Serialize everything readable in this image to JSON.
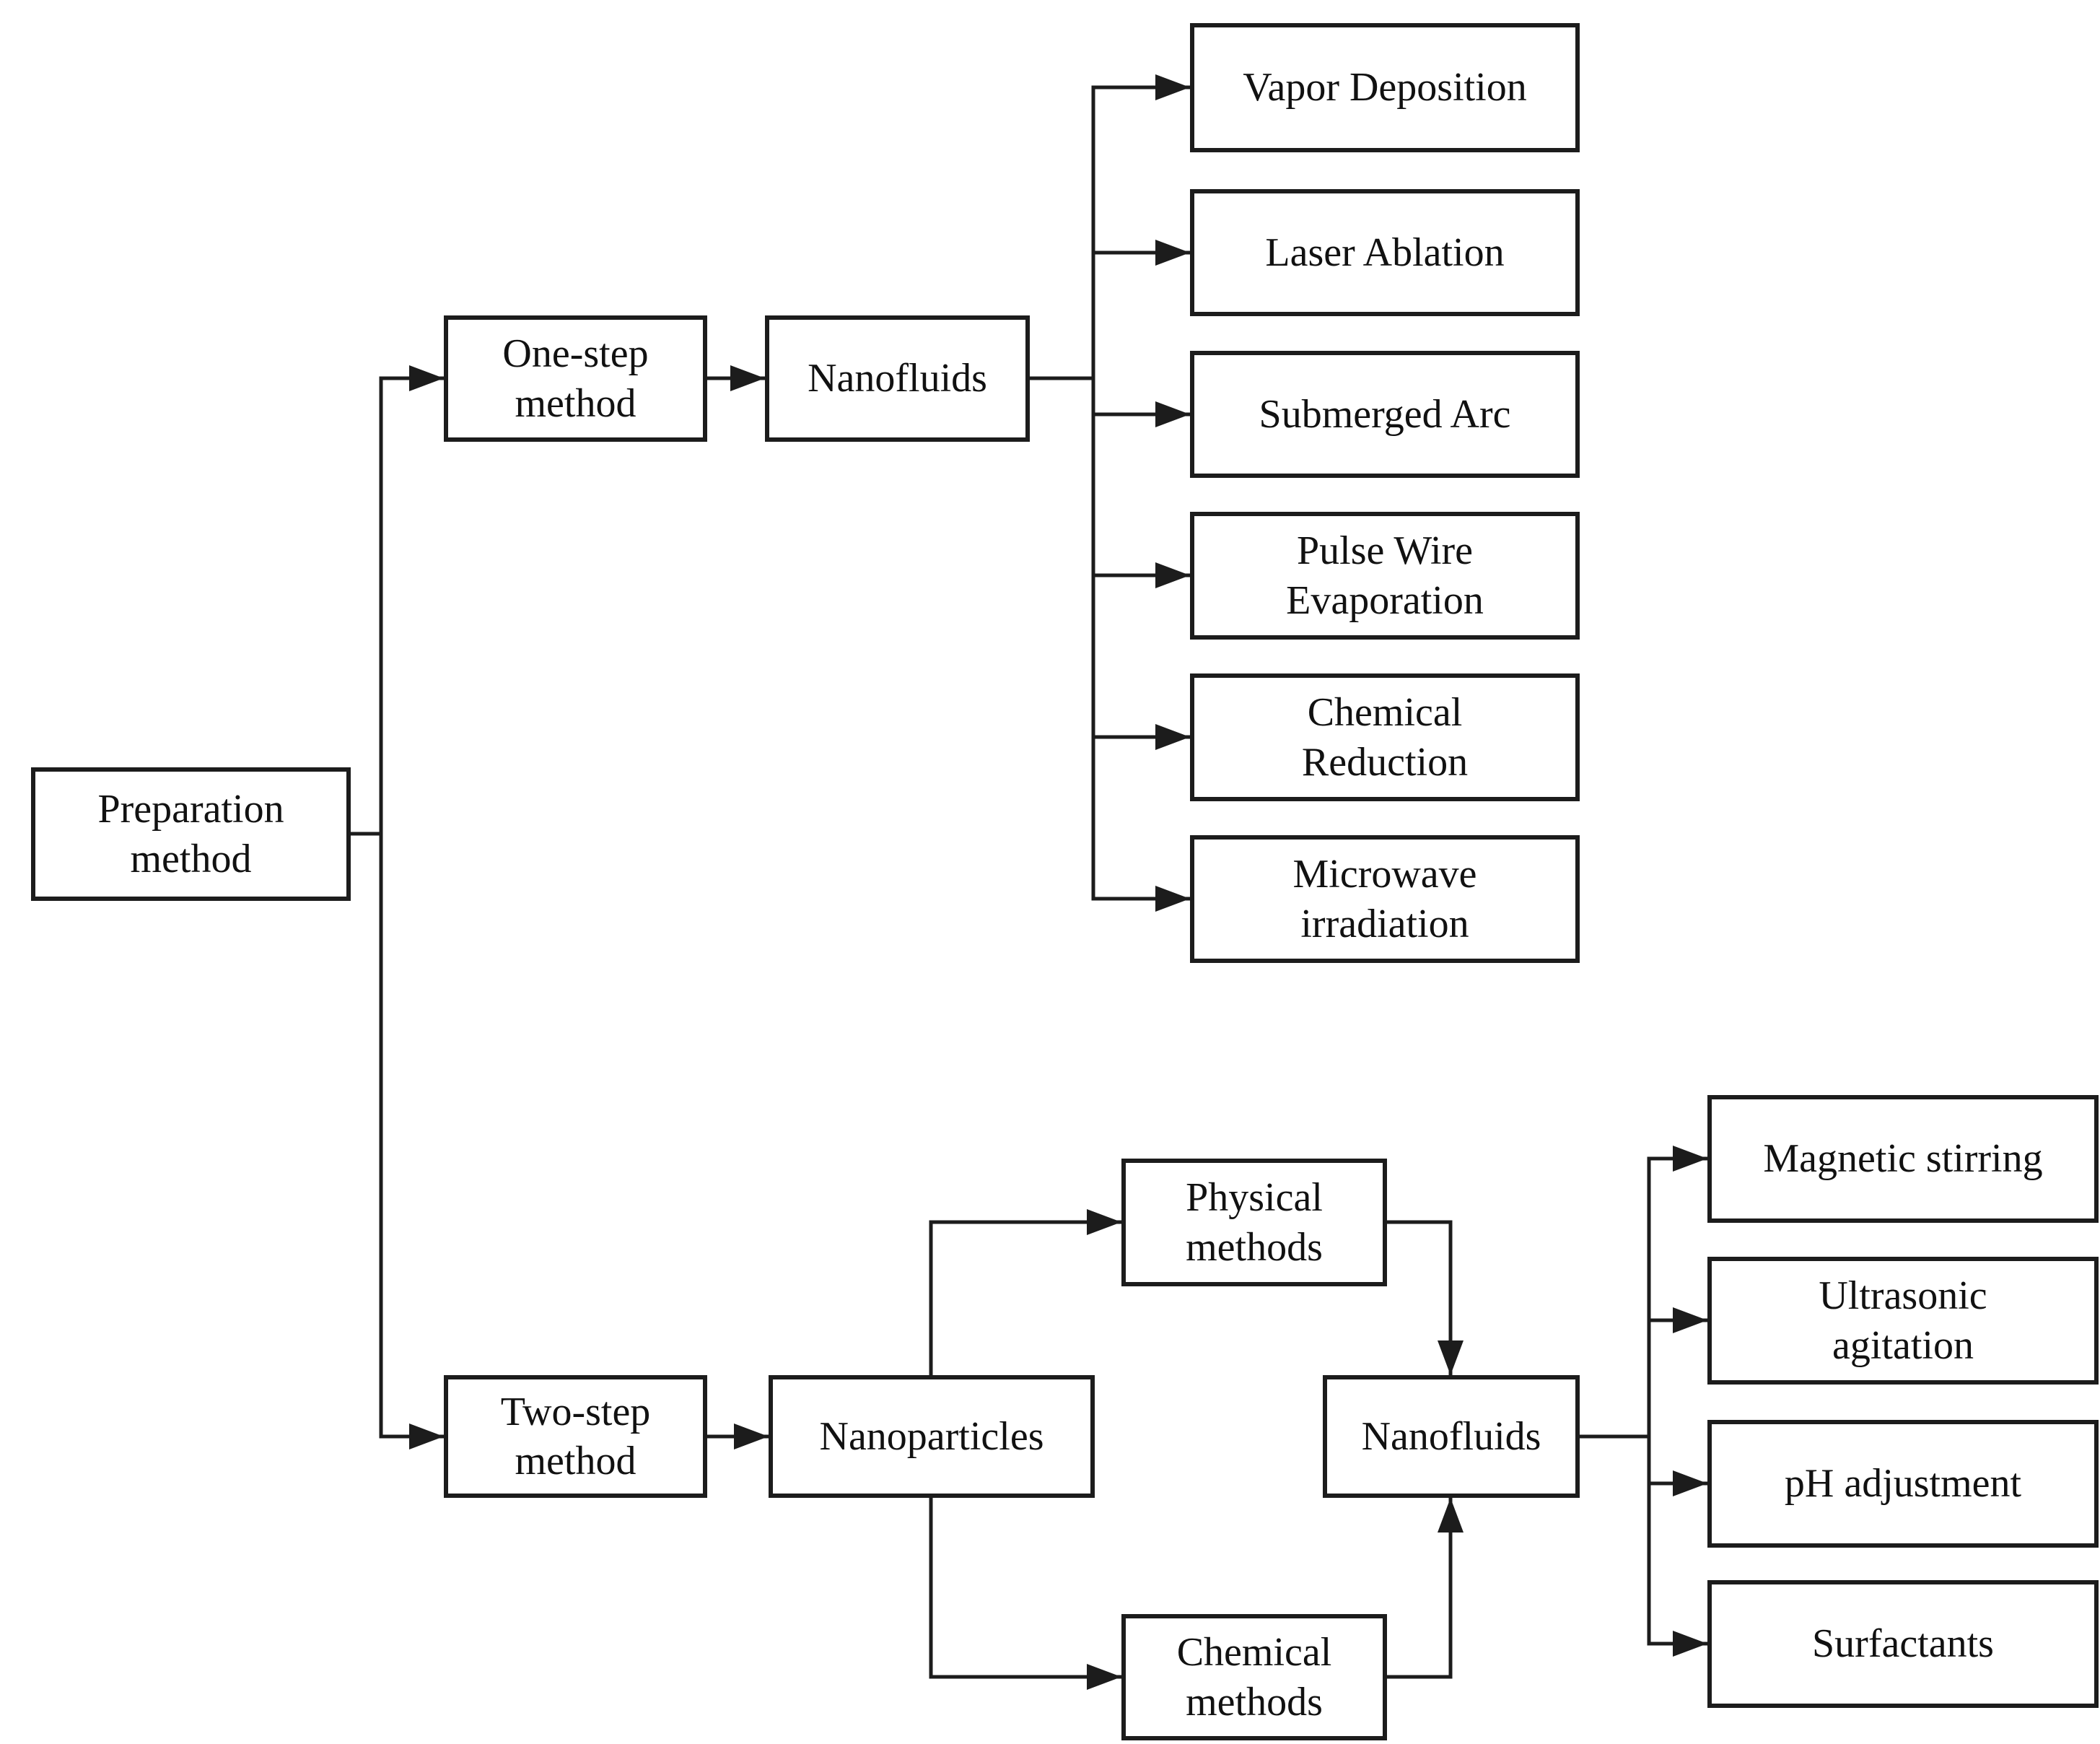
{
  "diagram": {
    "type": "flowchart",
    "colors": {
      "background": "#ffffff",
      "box_fill": "#ffffff",
      "line": "#1c1c1c",
      "text": "#111111"
    },
    "nodes": {
      "preparation": {
        "label": "Preparation\nmethod"
      },
      "one_step": {
        "label": "One-step\nmethod"
      },
      "nanofluids_top": {
        "label": "Nanofluids"
      },
      "vapor_deposition": {
        "label": "Vapor Deposition"
      },
      "laser_ablation": {
        "label": "Laser Ablation"
      },
      "submerged_arc": {
        "label": "Submerged Arc"
      },
      "pulse_wire_evaporation": {
        "label": "Pulse Wire\nEvaporation"
      },
      "chemical_reduction": {
        "label": "Chemical\nReduction"
      },
      "microwave_irradiation": {
        "label": "Microwave\nirradiation"
      },
      "two_step": {
        "label": "Two-step\nmethod"
      },
      "nanoparticles": {
        "label": "Nanoparticles"
      },
      "physical_methods": {
        "label": "Physical\nmethods"
      },
      "chemical_methods": {
        "label": "Chemical\nmethods"
      },
      "nanofluids_bottom": {
        "label": "Nanofluids"
      },
      "magnetic_stirring": {
        "label": "Magnetic stirring"
      },
      "ultrasonic_agitation": {
        "label": "Ultrasonic\nagitation"
      },
      "ph_adjustment": {
        "label": "pH adjustment"
      },
      "surfactants": {
        "label": "Surfactants"
      }
    },
    "edges": [
      "preparation -> one_step",
      "preparation -> two_step",
      "one_step -> nanofluids_top",
      "nanofluids_top -> vapor_deposition",
      "nanofluids_top -> laser_ablation",
      "nanofluids_top -> submerged_arc",
      "nanofluids_top -> pulse_wire_evaporation",
      "nanofluids_top -> chemical_reduction",
      "nanofluids_top -> microwave_irradiation",
      "two_step -> nanoparticles",
      "nanoparticles -> physical_methods",
      "nanoparticles -> chemical_methods",
      "physical_methods -> nanofluids_bottom",
      "chemical_methods -> nanofluids_bottom",
      "nanofluids_bottom -> magnetic_stirring",
      "nanofluids_bottom -> ultrasonic_agitation",
      "nanofluids_bottom -> ph_adjustment",
      "nanofluids_bottom -> surfactants"
    ]
  }
}
